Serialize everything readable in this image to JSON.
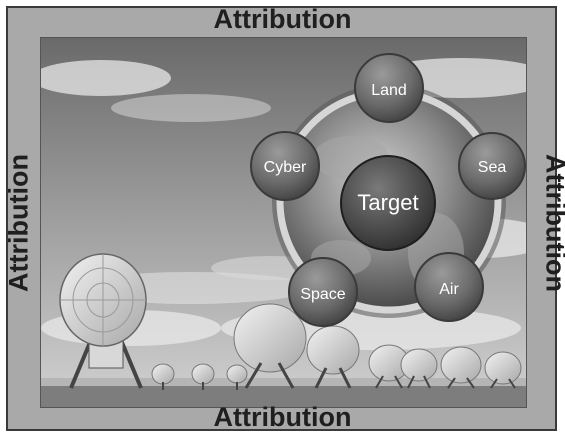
{
  "labels": {
    "top": "Attribution",
    "bottom": "Attribution",
    "left": "Attribution",
    "right": "Attribution"
  },
  "center": "Target",
  "domains": {
    "land": "Land",
    "sea": "Sea",
    "air": "Air",
    "space": "Space",
    "cyber": "Cyber"
  },
  "colors": {
    "frame": "#a9a9a9",
    "text": "#1f1f1f",
    "node": "#6e6e6e"
  }
}
